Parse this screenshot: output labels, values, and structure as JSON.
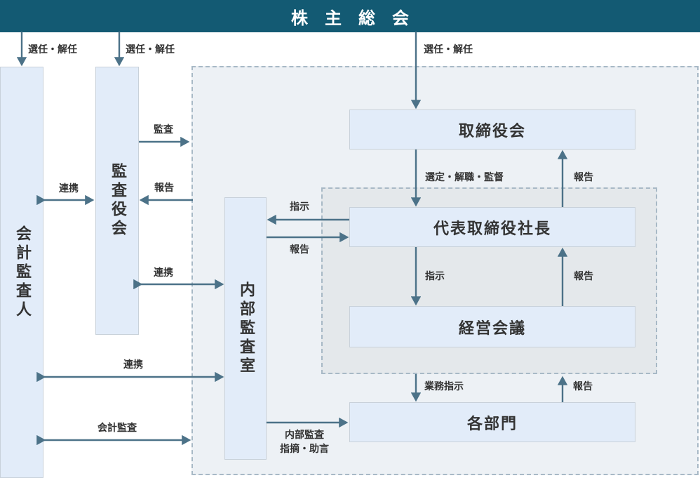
{
  "header": {
    "title": "株主総会"
  },
  "nodes": {
    "accounting_auditor": "会計監査人",
    "audit_committee": "監査役会",
    "internal_audit_office": "内部監査室",
    "board_of_directors": "取締役会",
    "president": "代表取締役社長",
    "management_meeting": "経営会議",
    "departments": "各部門"
  },
  "edge_labels": {
    "appoint_dismiss": "選任・解任",
    "audit": "監査",
    "report": "報告",
    "cooperation": "連携",
    "instruction": "指示",
    "select_dismiss_supervise": "選定・解職・監督",
    "business_instruction": "業務指示",
    "accounting_audit": "会計監査",
    "internal_audit_note_line1": "内部監査",
    "internal_audit_note_line2": "指摘・助言"
  },
  "colors": {
    "header_bg": "#135A73",
    "header_text": "#FFFFFF",
    "node_fill": "#E2ECF9",
    "node_border": "#C8D1DA",
    "outer_region_fill": "#EDF1F5",
    "inner_region_fill": "#E4E8EB",
    "dashed_border": "#A8B9C6",
    "arrow": "#4C7288",
    "label_text": "#333333"
  }
}
